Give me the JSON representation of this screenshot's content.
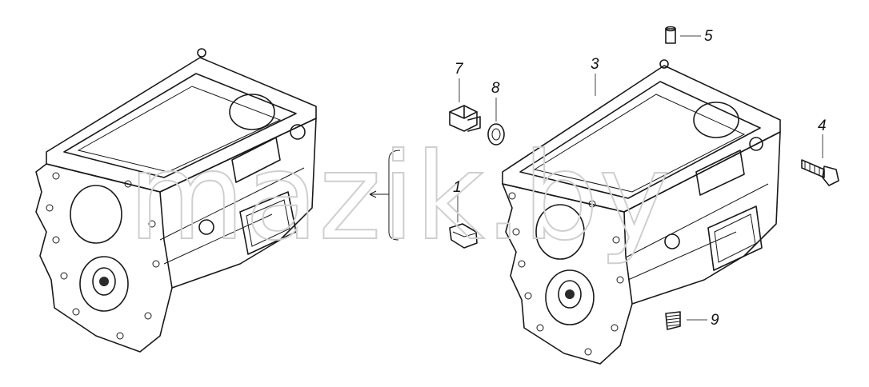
{
  "watermark": "mazik.by",
  "callouts": [
    {
      "id": "1",
      "text": "1"
    },
    {
      "id": "3",
      "text": "3"
    },
    {
      "id": "4",
      "text": "4"
    },
    {
      "id": "5",
      "text": "5"
    },
    {
      "id": "7",
      "text": "7"
    },
    {
      "id": "8",
      "text": "8"
    },
    {
      "id": "9",
      "text": "9"
    }
  ]
}
